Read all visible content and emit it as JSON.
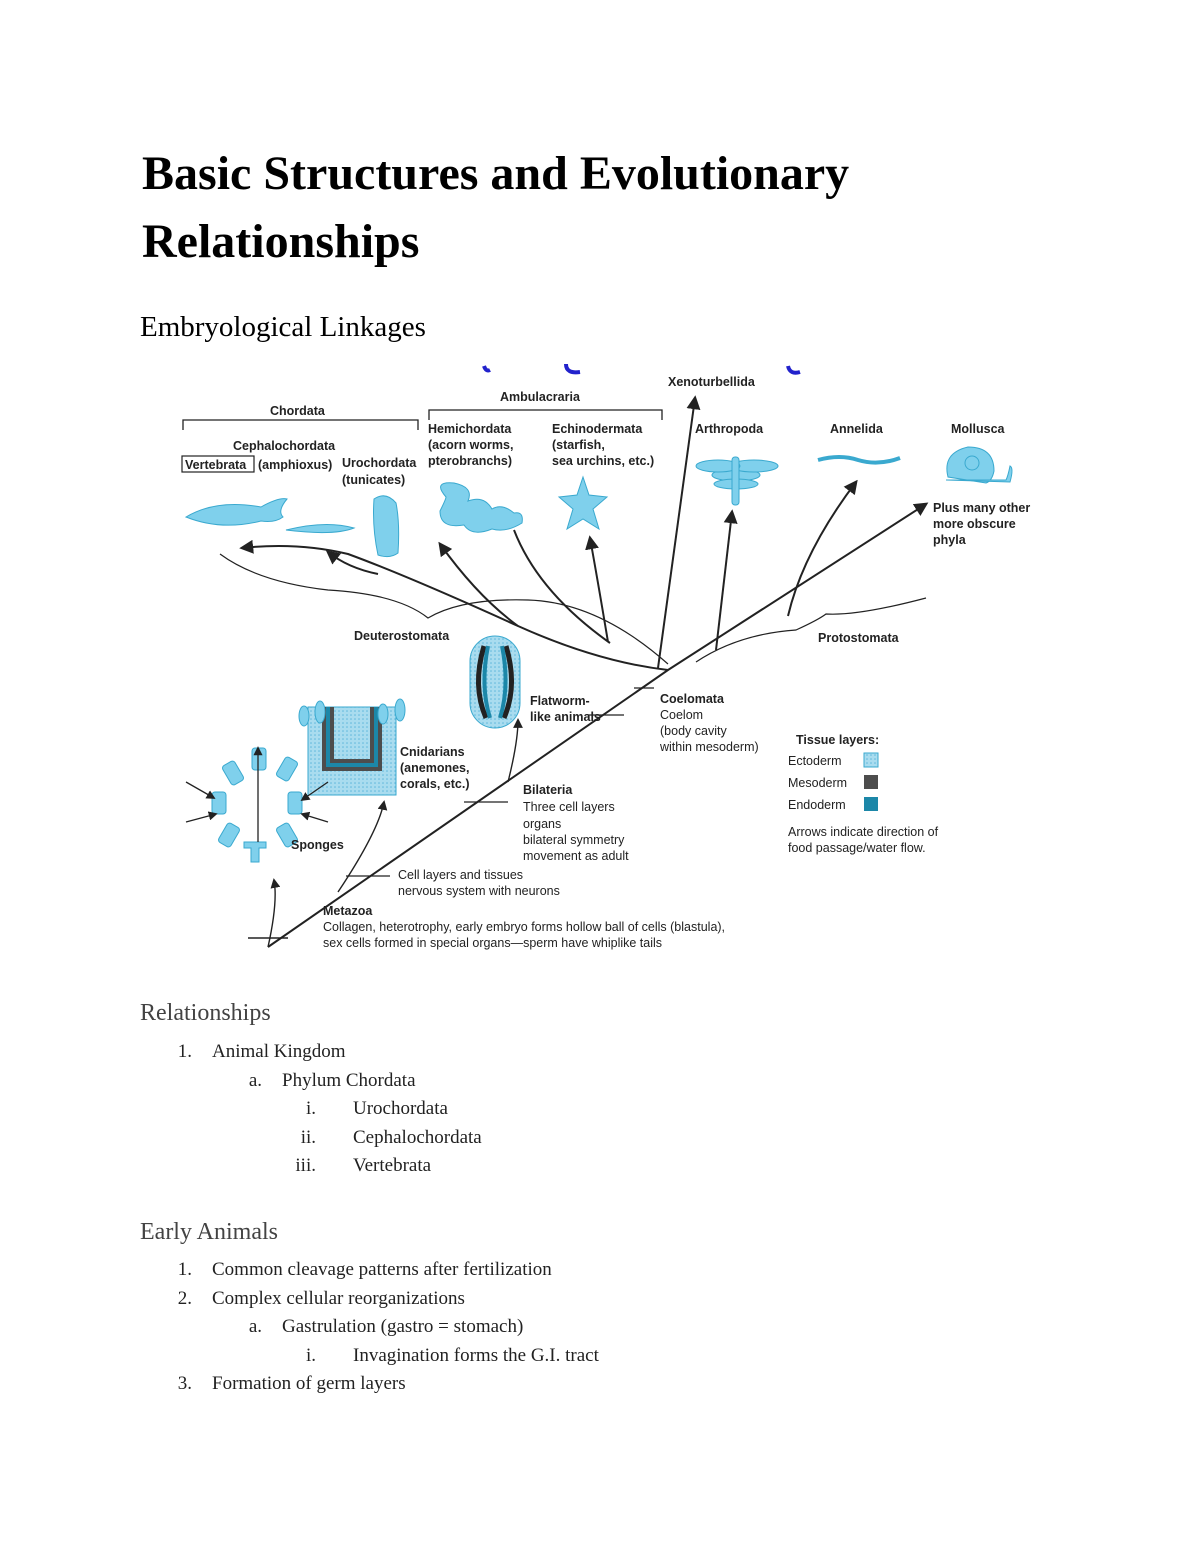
{
  "title": "Basic Structures and Evolutionary Relationships",
  "section1": {
    "heading": "Embryological Linkages"
  },
  "figure": {
    "top_labels": {
      "chordata": "Chordata",
      "ambulacraria": "Ambulacraria",
      "xenoturbellida": "Xenoturbellida",
      "cephalochordata": "Cephalochordata",
      "vertebrata": "Vertebrata",
      "amphioxus": "(amphioxus)",
      "urochordata": "Urochordata",
      "tunicates": "(tunicates)",
      "hemichordata": [
        "Hemichordata",
        "(acorn worms,",
        "pterobranchs)"
      ],
      "echinodermata": [
        "Echinodermata",
        "(starfish,",
        "sea urchins, etc.)"
      ],
      "arthropoda": "Arthropoda",
      "annelida": "Annelida",
      "mollusca": "Mollusca",
      "plus_many": [
        "Plus many other",
        "more obscure",
        "phyla"
      ]
    },
    "clades": {
      "deuterostomata": "Deuterostomata",
      "protostomata": "Protostomata",
      "coelomata": [
        "Coelomata",
        "Coelom",
        "(body cavity",
        "within mesoderm)"
      ],
      "flatworm": [
        "Flatworm-",
        "like animals"
      ],
      "cnidarians": [
        "Cnidarians",
        "(anemones,",
        "corals, etc.)"
      ],
      "bilateria": [
        "Bilateria",
        "Three cell layers",
        "organs",
        "bilateral symmetry",
        "movement as adult"
      ],
      "sponges": "Sponges",
      "cell_layers": [
        "Cell layers and tissues",
        "nervous system with neurons"
      ],
      "metazoa": [
        "Metazoa",
        "Collagen, heterotrophy, early embryo forms hollow ball of cells (blastula),",
        "sex cells formed in special organs—sperm have whiplike tails"
      ]
    },
    "legend": {
      "title": "Tissue layers:",
      "items": [
        {
          "label": "Ectoderm",
          "color": "#a9dcef"
        },
        {
          "label": "Mesoderm",
          "color": "#4d4d4d"
        },
        {
          "label": "Endoderm",
          "color": "#1c87a8"
        }
      ],
      "note": [
        "Arrows indicate direction of",
        "food passage/water flow."
      ]
    },
    "colors": {
      "organism": "#7fd0ec",
      "organism_dark": "#3aa9cf"
    }
  },
  "section2": {
    "heading": "Relationships",
    "items": [
      {
        "marker": "1.",
        "text": "Animal Kingdom",
        "level": 0
      },
      {
        "marker": "a.",
        "text": "Phylum Chordata",
        "level": 1
      },
      {
        "marker": "i.",
        "text": "Urochordata",
        "level": 2
      },
      {
        "marker": "ii.",
        "text": "Cephalochordata",
        "level": 2
      },
      {
        "marker": "iii.",
        "text": "Vertebrata",
        "level": 2
      }
    ]
  },
  "section3": {
    "heading": "Early Animals",
    "items": [
      {
        "marker": "1.",
        "text": "Common cleavage patterns after fertilization",
        "level": 0
      },
      {
        "marker": "2.",
        "text": "Complex cellular reorganizations",
        "level": 0
      },
      {
        "marker": "a.",
        "text": "Gastrulation (gastro = stomach)",
        "level": 1
      },
      {
        "marker": "i.",
        "text": "Invagination forms the G.I. tract",
        "level": 2
      },
      {
        "marker": "3.",
        "text": "Formation of germ layers",
        "level": 0
      }
    ]
  }
}
